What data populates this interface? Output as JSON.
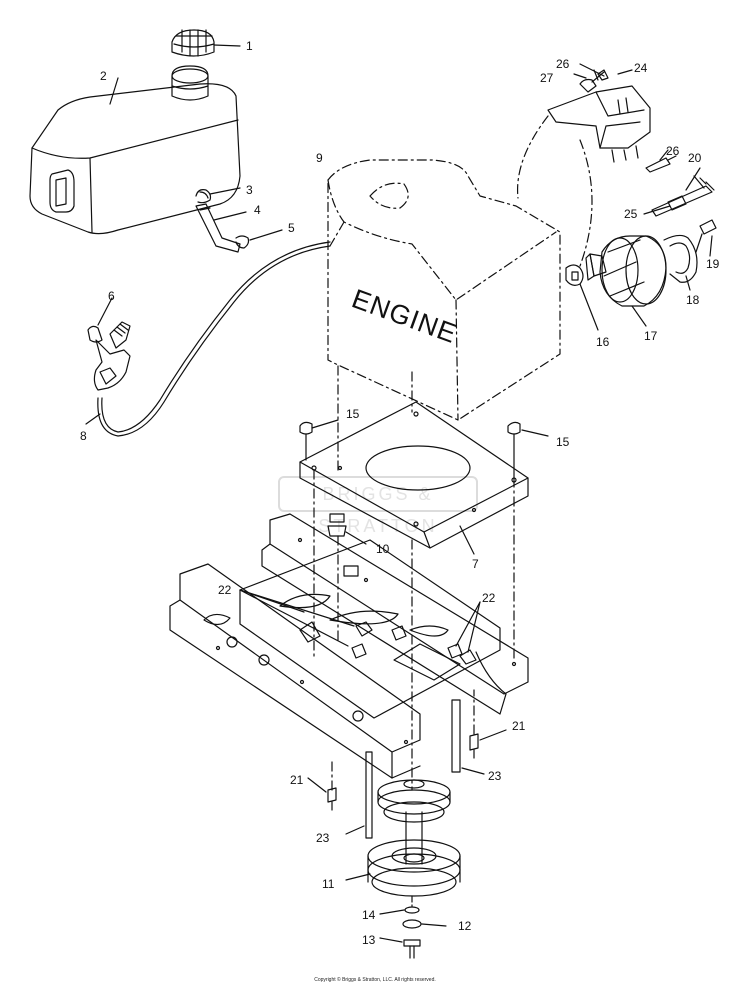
{
  "diagram": {
    "engine_label": "ENGINE",
    "watermark": "BRIGGS & STRATTON",
    "copyright": "Copyright © Briggs & Stratton, LLC. All rights reserved."
  },
  "callouts": [
    {
      "id": "c1",
      "label": "1"
    },
    {
      "id": "c2",
      "label": "2"
    },
    {
      "id": "c3",
      "label": "3"
    },
    {
      "id": "c4",
      "label": "4"
    },
    {
      "id": "c5",
      "label": "5"
    },
    {
      "id": "c6",
      "label": "6"
    },
    {
      "id": "c7",
      "label": "7"
    },
    {
      "id": "c8",
      "label": "8"
    },
    {
      "id": "c9",
      "label": "9"
    },
    {
      "id": "c10",
      "label": "10"
    },
    {
      "id": "c11",
      "label": "11"
    },
    {
      "id": "c12",
      "label": "12"
    },
    {
      "id": "c13",
      "label": "13"
    },
    {
      "id": "c14",
      "label": "14"
    },
    {
      "id": "c15a",
      "label": "15"
    },
    {
      "id": "c15b",
      "label": "15"
    },
    {
      "id": "c16",
      "label": "16"
    },
    {
      "id": "c17",
      "label": "17"
    },
    {
      "id": "c18",
      "label": "18"
    },
    {
      "id": "c19",
      "label": "19"
    },
    {
      "id": "c20",
      "label": "20"
    },
    {
      "id": "c21a",
      "label": "21"
    },
    {
      "id": "c21b",
      "label": "21"
    },
    {
      "id": "c22a",
      "label": "22"
    },
    {
      "id": "c22b",
      "label": "22"
    },
    {
      "id": "c23a",
      "label": "23"
    },
    {
      "id": "c23b",
      "label": "23"
    },
    {
      "id": "c24",
      "label": "24"
    },
    {
      "id": "c25",
      "label": "25"
    },
    {
      "id": "c26a",
      "label": "26"
    },
    {
      "id": "c26b",
      "label": "26"
    },
    {
      "id": "c27",
      "label": "27"
    }
  ]
}
